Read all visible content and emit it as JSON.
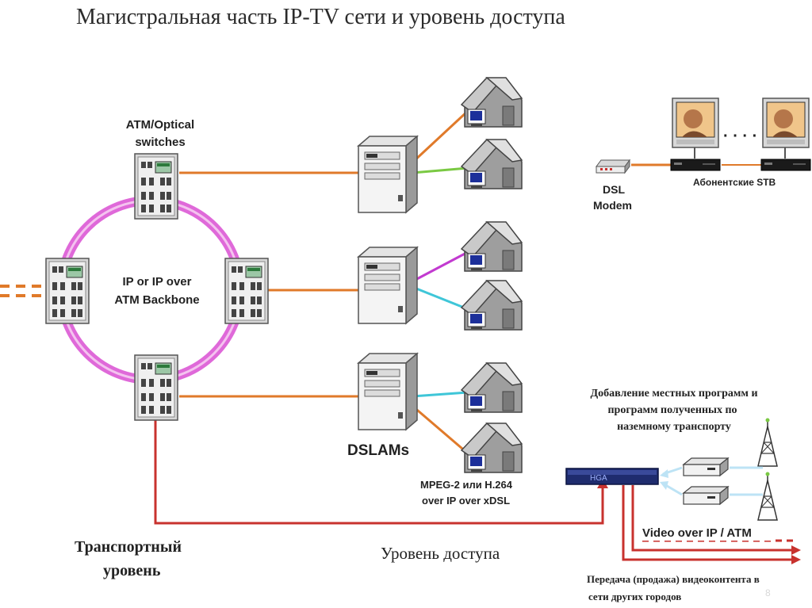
{
  "title": "Магистральная часть IP-TV сети и уровень доступа",
  "labels": {
    "atm_switches_line1": "ATM/Optical",
    "atm_switches_line2": "switches",
    "backbone_line1": "IP or IP over",
    "backbone_line2": "ATM Backbone",
    "dslams": "DSLAMs",
    "dsl_modem_line1": "DSL",
    "dsl_modem_line2": "Modem",
    "subscriber_stb": "Абонентские STB",
    "mpeg_line1": "MPEG-2 или H.264",
    "mpeg_line2": "over IP over xDSL",
    "local_programs_line1": "Добавление местных программ и",
    "local_programs_line2": "программ полученных по",
    "local_programs_line3": "наземному транспорту",
    "video_over_ip": "Video over IP / ATM",
    "transport_level_line1": "Транспортный",
    "transport_level_line2": "уровень",
    "access_level": "Уровень доступа",
    "resale_line1": "Передача (продажа) видеоконтента в",
    "resale_line2": "сети других городов",
    "headend_brand": "HGA",
    "ellipsis": "· · · ·",
    "slide_number": "8"
  },
  "colors": {
    "ring": "#d94fd2",
    "access_line": "#e07a2a",
    "green_line": "#7ac943",
    "magenta_line": "#c23ad0",
    "cyan_line": "#3fc6d8",
    "red_line": "#c8322e",
    "title_text": "#2b2b2b"
  }
}
